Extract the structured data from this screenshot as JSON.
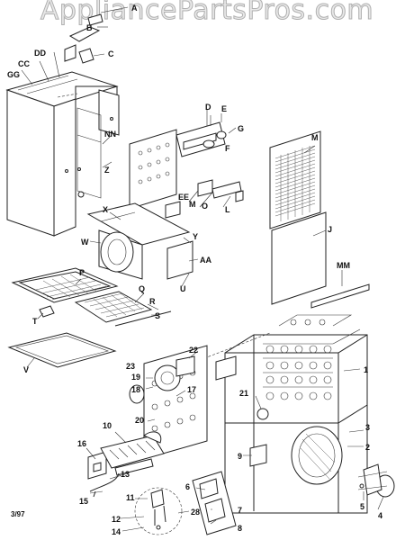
{
  "watermark": "AppliancePartsPros.com",
  "date_code": "3/97",
  "labels": [
    "A",
    "B",
    "C",
    "CC",
    "DD",
    "GG",
    "NN",
    "Z",
    "D",
    "E",
    "F",
    "G",
    "EE",
    "M",
    "O",
    "L",
    "X",
    "W",
    "Y",
    "AA",
    "U",
    "M",
    "J",
    "MM",
    "P",
    "Q",
    "R",
    "S",
    "T",
    "V",
    "1",
    "2",
    "3",
    "4",
    "5",
    "6",
    "7",
    "8",
    "9",
    "10",
    "11",
    "12",
    "13",
    "14",
    "15",
    "16",
    "17",
    "18",
    "19",
    "20",
    "21",
    "22",
    "23",
    "28"
  ]
}
